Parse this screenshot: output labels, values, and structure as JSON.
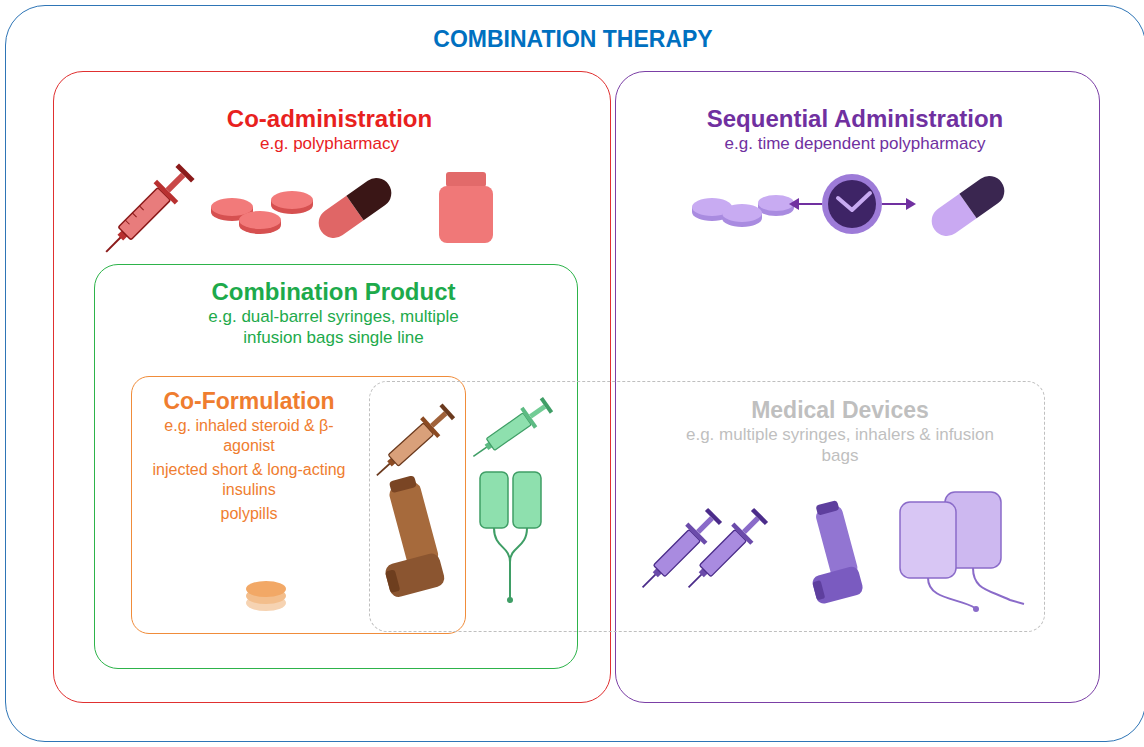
{
  "diagram": {
    "nodes": [
      {
        "text": [
          "COMBINATION THERAPY"
        ]
      },
      {
        "text": [
          "Co-administration",
          "e.g. polypharmacy"
        ],
        "in": 0
      },
      {
        "text": [
          "Combination Product",
          "e.g. dual-barrel syringes, multiple infusion bags single line"
        ],
        "in": 1
      },
      {
        "text": [
          "Co-Formulation",
          "e.g. inhaled steroid & β-agonist",
          "injected short & long-acting insulins",
          "polypills"
        ],
        "in": 2
      },
      {
        "text": [
          "Sequential Administration",
          "e.g. time dependent polypharmacy"
        ],
        "in": 0
      },
      {
        "text": [
          "Medical Devices",
          "e.g. multiple syringes, inhalers & infusion bags"
        ],
        "in": 0
      }
    ]
  }
}
